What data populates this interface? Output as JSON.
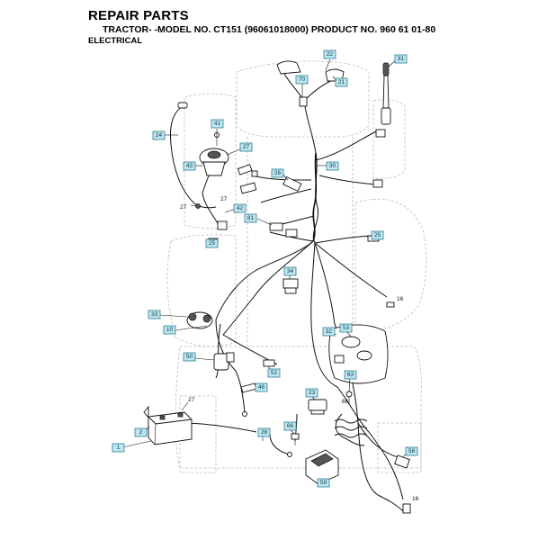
{
  "header": {
    "title": "REPAIR PARTS",
    "subtitle": "TRACTOR- -MODEL NO. CT151 (96061018000) PRODUCT NO. 960 61 01-80",
    "section": "ELECTRICAL"
  },
  "callouts": {
    "c22": "22",
    "c31": "31",
    "c70": "70",
    "c21": "21",
    "c41": "41",
    "c24": "24",
    "c27a": "27",
    "c43": "43",
    "c30": "30",
    "c26": "26",
    "c42": "42",
    "c81": "81",
    "c25a": "25",
    "c25b": "25",
    "c34": "34",
    "c33": "33",
    "c10": "10",
    "c32": "32",
    "c53": "53",
    "c50": "50",
    "c52": "52",
    "c46": "46",
    "c63": "63",
    "c23": "23",
    "c66": "66",
    "c2": "2",
    "c1": "1",
    "c28": "28",
    "c58": "58",
    "c59": "59"
  },
  "plain_labels": {
    "p27a": "27",
    "p27b": "27",
    "p27c": "27",
    "p16a": "16",
    "p16b": "16",
    "p66": "66"
  }
}
